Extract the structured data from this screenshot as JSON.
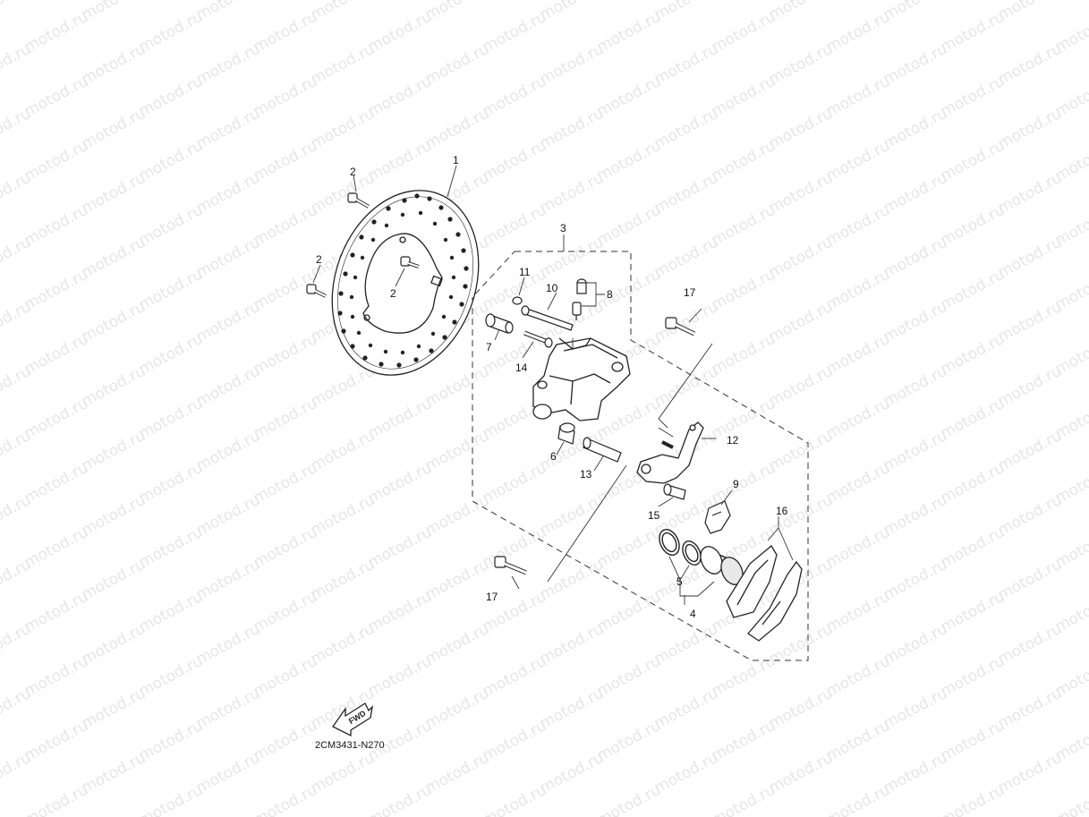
{
  "watermark": "motod.ru",
  "diagram_code": "2CM3431-N270",
  "fwd_label": "FWD",
  "callouts": {
    "c1": "1",
    "c2a": "2",
    "c2b": "2",
    "c2c": "2",
    "c3": "3",
    "c4": "4",
    "c5": "5",
    "c6": "6",
    "c7": "7",
    "c8": "8",
    "c9": "9",
    "c10": "10",
    "c11": "11",
    "c12": "12",
    "c13": "13",
    "c14": "14",
    "c15": "15",
    "c16": "16",
    "c17a": "17",
    "c17b": "17"
  }
}
